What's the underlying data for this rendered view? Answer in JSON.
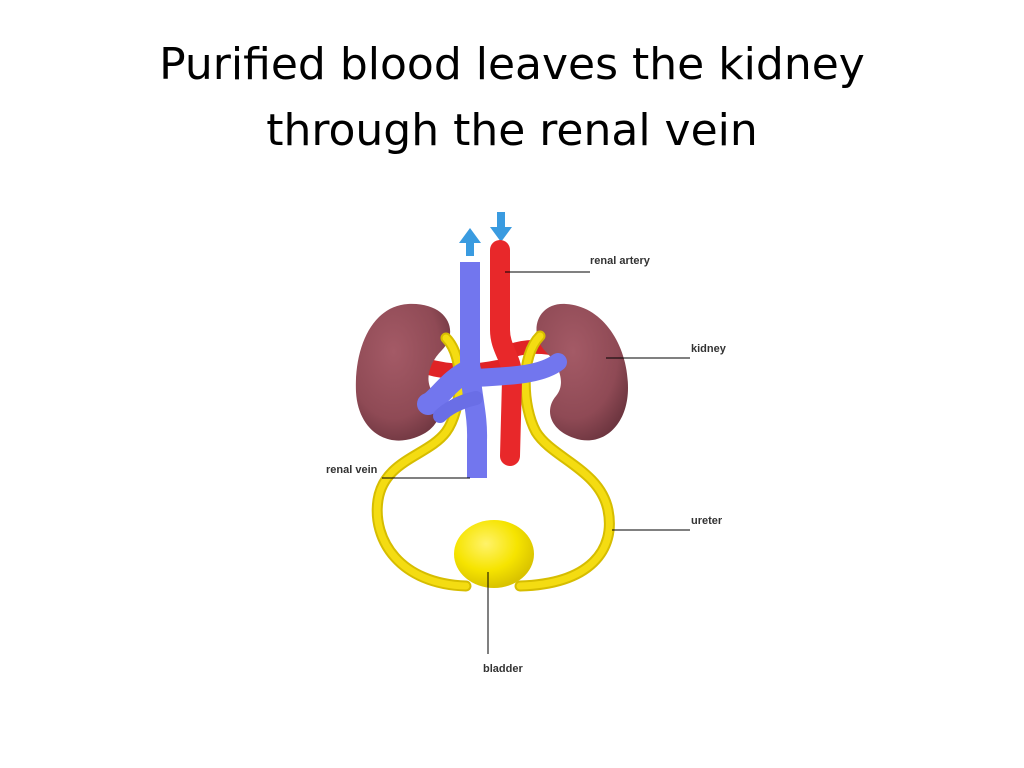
{
  "slide": {
    "title_line1": "Purified blood leaves the kidney",
    "title_line2": "through the renal vein"
  },
  "diagram": {
    "labels": {
      "renal_artery": "renal artery",
      "kidney": "kidney",
      "renal_vein": "renal vein",
      "ureter": "ureter",
      "bladder": "bladder"
    },
    "colors": {
      "kidney": "#8f4a55",
      "artery": "#e8282a",
      "vein": "#7276ee",
      "ureter": "#f4dc12",
      "bladder": "#f6e400",
      "flow_arrow": "#3a9be0"
    },
    "flow_arrows": [
      "arrow-up-icon",
      "arrow-down-icon"
    ]
  }
}
